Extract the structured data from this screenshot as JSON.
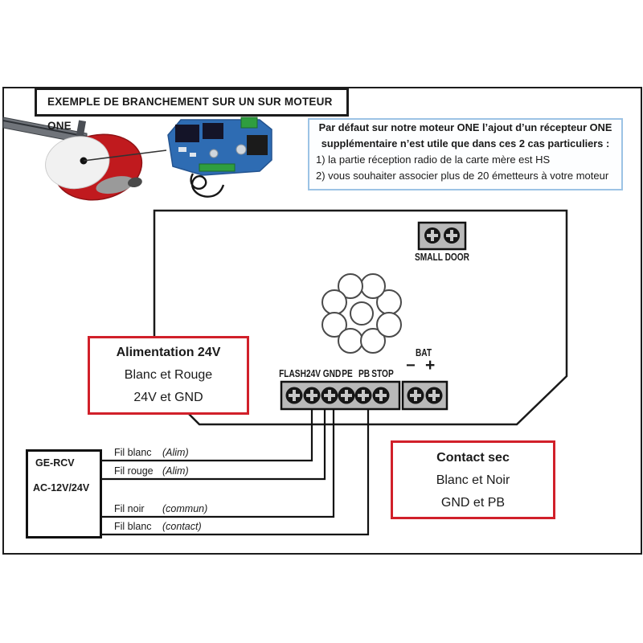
{
  "title": "EXEMPLE DE BRANCHEMENT SUR UN SUR MOTEUR ONE",
  "note_box": {
    "line1": "Par défaut sur notre moteur ONE l’ajout d’un récepteur ONE",
    "line2": "supplémentaire n’est utile que dans ces 2 cas particuliers :",
    "item1": "1) la partie réception radio de la carte mère est HS",
    "item2": "2) vous souhaiter associer plus de 20 émetteurs à votre moteur",
    "border_color": "#9cc3e5"
  },
  "motor_panel": {
    "small_door_label": "SMALL DOOR",
    "bat_label": "BAT",
    "bat_minus": "−",
    "bat_plus": "+",
    "terminal_labels": [
      "FLASH",
      "24V",
      "GND",
      "PE",
      "PB",
      "STOP"
    ],
    "terminal_block_color": "#b9b9b9"
  },
  "alim_box": {
    "title": "Alimentation 24V",
    "line2": "Blanc et Rouge",
    "line3": "24V et GND",
    "border_color": "#d1202a"
  },
  "contact_box": {
    "title": "Contact sec",
    "line2": "Blanc et Noir",
    "line3": "GND et PB",
    "border_color": "#d1202a"
  },
  "receiver_box": {
    "line1": "GE-RCV",
    "line2": "AC-12V/24V"
  },
  "wires": [
    {
      "name": "Fil blanc",
      "qualifier": "(Alim)"
    },
    {
      "name": "Fil rouge",
      "qualifier": "(Alim)"
    },
    {
      "name": "Fil noir",
      "qualifier": "(commun)"
    },
    {
      "name": "Fil blanc",
      "qualifier": "(contact)"
    }
  ],
  "colors": {
    "outline": "#1a1a1a",
    "motor_head_red": "#c01a1e",
    "pcb_blue": "#2e6cb3"
  }
}
